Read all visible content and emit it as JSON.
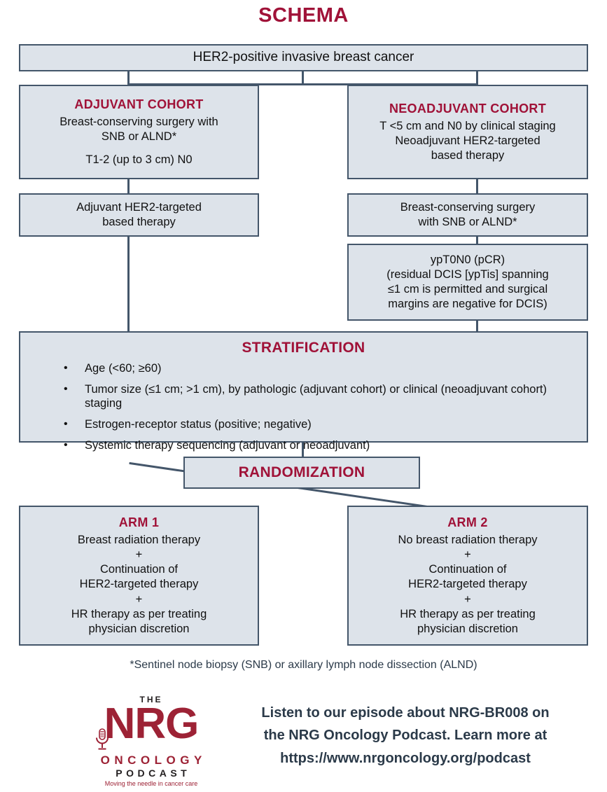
{
  "title": "SCHEMA",
  "colors": {
    "accent_crimson": "#a01238",
    "box_fill": "#dde3ea",
    "box_border": "#44566a",
    "text_dark": "#111111",
    "footnote_text": "#2b3a49",
    "logo_red": "#9d2235"
  },
  "nodes": {
    "population": {
      "text": "HER2-positive invasive breast cancer"
    },
    "adjuvant_cohort": {
      "heading": "ADJUVANT COHORT",
      "line1": "Breast-conserving surgery with",
      "line2": "SNB or ALND*",
      "line3": "T1-2 (up to 3 cm) N0"
    },
    "neoadjuvant_cohort": {
      "heading": "NEOADJUVANT COHORT",
      "line1": "T <5 cm and N0 by clinical staging",
      "line2": "Neoadjuvant HER2-targeted",
      "line3": "based therapy"
    },
    "adjuvant_therapy": {
      "line1": "Adjuvant HER2-targeted",
      "line2": "based therapy"
    },
    "neoadjuvant_surgery": {
      "line1": "Breast-conserving surgery",
      "line2": "with SNB or ALND*"
    },
    "pcr_criteria": {
      "line1": "ypT0N0 (pCR)",
      "line2": "(residual DCIS [ypTis] spanning",
      "line3": "≤1 cm is permitted and surgical",
      "line4": "margins are negative for DCIS)"
    },
    "stratification": {
      "heading": "STRATIFICATION",
      "bullet_glyph": "•",
      "items": [
        "Age (<60; ≥60)",
        "Tumor size (≤1 cm; >1 cm), by pathologic (adjuvant cohort) or clinical (neoadjuvant cohort) staging",
        "Estrogen-receptor status (positive; negative)",
        "Systemic therapy sequencing (adjuvant or neoadjuvant)"
      ]
    },
    "randomization": {
      "label": "RANDOMIZATION"
    },
    "arm1": {
      "heading": "ARM 1",
      "line1": "Breast radiation therapy",
      "line2": "+",
      "line3": "Continuation of",
      "line4": "HER2-targeted therapy",
      "line5": "+",
      "line6": "HR therapy as per treating",
      "line7": "physician discretion"
    },
    "arm2": {
      "heading": "ARM 2",
      "line1": "No breast radiation therapy",
      "line2": "+",
      "line3": "Continuation of",
      "line4": "HER2-targeted therapy",
      "line5": "+",
      "line6": "HR therapy as per treating",
      "line7": "physician discretion"
    }
  },
  "footnote": "*Sentinel node biopsy (SNB) or axillary lymph node dissection (ALND)",
  "podcast": {
    "cta_line1": "Listen to our episode about NRG-BR008 on",
    "cta_line2": "the NRG Oncology Podcast. Learn more at",
    "cta_line3": "https://www.nrgoncology.org/podcast",
    "logo": {
      "the": "THE",
      "nrg": "NRG",
      "oncology": "ONCOLOGY",
      "podcast": "PODCAST",
      "tagline": "Moving the needle in cancer care"
    }
  }
}
